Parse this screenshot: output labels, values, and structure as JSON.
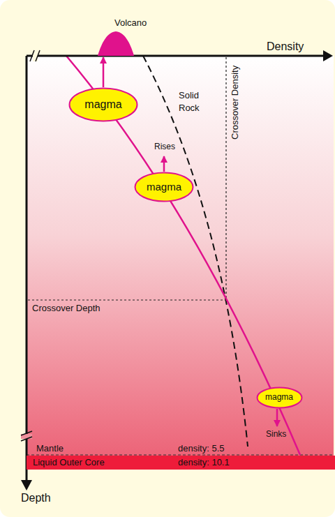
{
  "diagram": {
    "nodes": [
      {
        "text": [
          "Volcano"
        ]
      },
      {
        "text": [
          "magma"
        ]
      },
      {
        "text": [
          "magma"
        ]
      },
      {
        "text": [
          "magma"
        ]
      },
      {
        "text": [
          "Liquid Outer Core",
          "density: 10.1"
        ]
      }
    ],
    "edges": [
      {
        "from": 1,
        "to": 0,
        "arrow": "to"
      }
    ],
    "labels": [
      "Density",
      "Solid Rock",
      "Crossover Density",
      "Rises",
      "Crossover Depth",
      "Sinks",
      "Mantle",
      "density: 5.5",
      "Depth"
    ]
  }
}
